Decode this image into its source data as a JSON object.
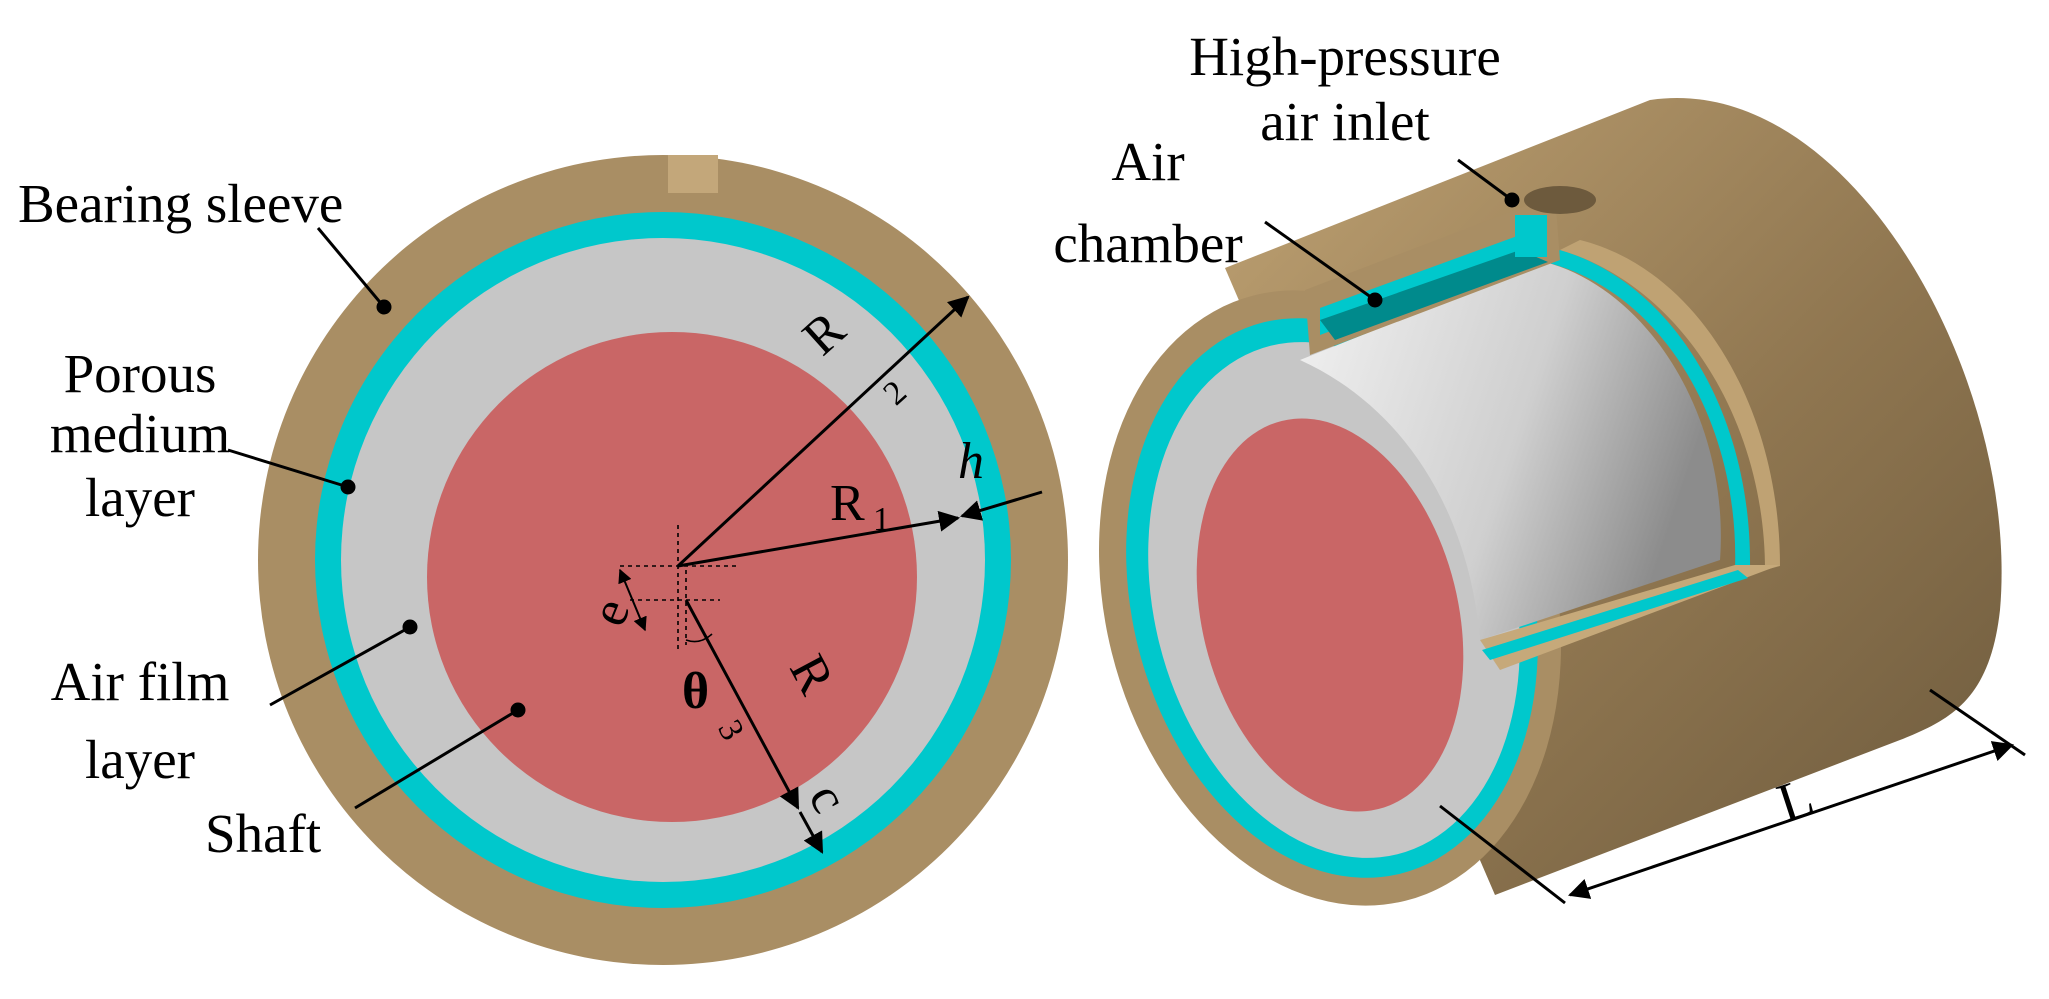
{
  "colors": {
    "sleeve": "#a98e64",
    "porous": "#00c8cc",
    "air_film": "#c6c6c6",
    "shaft": "#c96666"
  },
  "left_view": {
    "labels": {
      "bearing_sleeve": "Bearing sleeve",
      "porous_line1": "Porous",
      "porous_line2": "medium",
      "porous_line3": "layer",
      "air_film_line1": "Air film",
      "air_film_line2": "layer",
      "shaft": "Shaft"
    },
    "symbols": {
      "R": "R",
      "sub_1": "1",
      "sub_2": "2",
      "sub_3": "3",
      "h": "h",
      "e": "e",
      "theta": "θ",
      "c": "c"
    }
  },
  "right_view": {
    "labels": {
      "inlet_line1": "High-pressure",
      "inlet_line2": "air inlet",
      "chamber_line1": "Air",
      "chamber_line2": "chamber",
      "length": "L"
    }
  }
}
